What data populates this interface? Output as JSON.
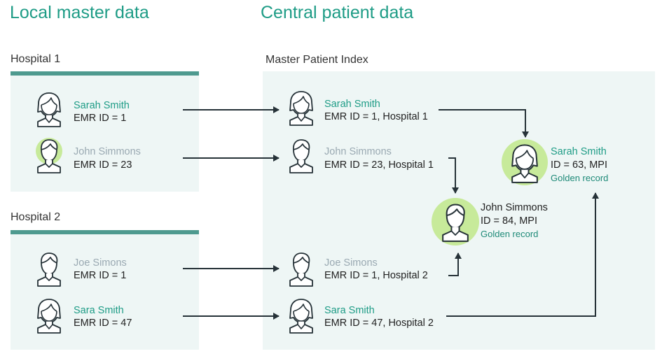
{
  "headings": {
    "local": "Local master data",
    "central": "Central patient data"
  },
  "hospital1": {
    "label": "Hospital 1",
    "patients": [
      {
        "name": "Sarah Smith",
        "detail": "EMR ID = 1"
      },
      {
        "name": "John Simmons",
        "detail": "EMR ID = 23"
      }
    ]
  },
  "hospital2": {
    "label": "Hospital 2",
    "patients": [
      {
        "name": "Joe Simons",
        "detail": "EMR ID = 1"
      },
      {
        "name": "Sara Smith",
        "detail": "EMR ID = 47"
      }
    ]
  },
  "mpi": {
    "label": "Master Patient Index",
    "records": [
      {
        "name": "Sarah Smith",
        "detail": "EMR ID = 1, Hospital 1"
      },
      {
        "name": "John Simmons",
        "detail": "EMR ID = 23, Hospital 1"
      },
      {
        "name": "Joe Simons",
        "detail": "EMR ID = 1, Hospital 2"
      },
      {
        "name": "Sara Smith",
        "detail": "EMR ID = 47, Hospital 2"
      }
    ],
    "golden": [
      {
        "name": "John Simmons",
        "detail": "ID = 84, MPI",
        "note": "Golden record"
      },
      {
        "name": "Sarah Smith",
        "detail": "ID = 63, MPI",
        "note": "Golden record"
      }
    ]
  },
  "colors": {
    "accent": "#1e9c86",
    "muted": "#9aa9b2",
    "panel": "#eef6f5",
    "bar": "#4e9a8f",
    "halo": "#c7ea9a",
    "arrow": "#263238"
  },
  "icons": {
    "female": "female-person-icon",
    "male": "male-person-icon"
  }
}
